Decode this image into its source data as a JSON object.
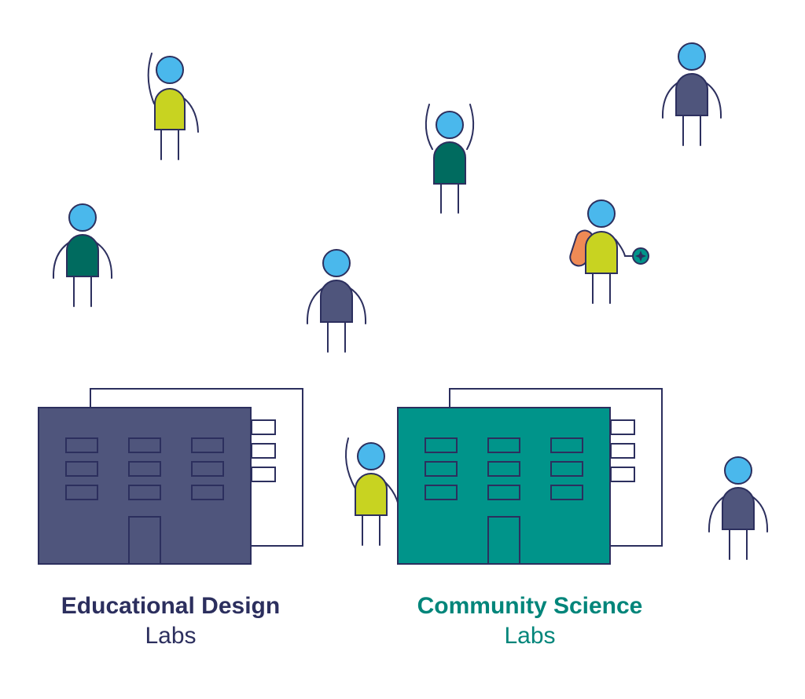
{
  "labs": {
    "educational": {
      "title": "Educational Design",
      "subtitle": "Labs"
    },
    "community": {
      "title": "Community Science",
      "subtitle": "Labs"
    }
  },
  "colors": {
    "outline": "#2c2f5e",
    "head": "#4ab8ec",
    "lime": "#c8d321",
    "darkTeal": "#006b5f",
    "slate": "#4f557c",
    "orange": "#ef8a55",
    "eduBuilding": "#4f557c",
    "comBuilding": "#00948a",
    "eduText": "#2c2f5e",
    "comText": "#00857a"
  },
  "icons": [
    "person-icon",
    "building-icon",
    "backpack-icon",
    "compass-icon"
  ]
}
